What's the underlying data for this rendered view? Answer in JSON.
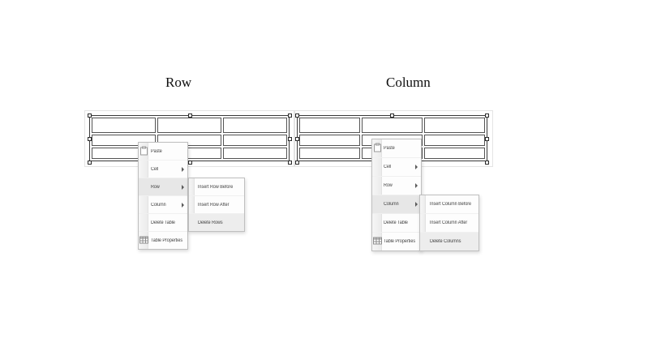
{
  "headings": {
    "row": "Row",
    "column": "Column"
  },
  "row_section": {
    "table": {
      "rows": 3,
      "columns": 3,
      "selected": true,
      "selection_handles": 8
    },
    "context_menu": {
      "items": [
        {
          "label": "Paste",
          "icon": "paste-icon"
        },
        {
          "label": "Cell",
          "has_submenu": true
        },
        {
          "label": "Row",
          "has_submenu": true,
          "highlighted": true
        },
        {
          "label": "Column",
          "has_submenu": true
        },
        {
          "label": "Delete Table"
        },
        {
          "label": "Table Properties",
          "icon": "table-icon"
        }
      ]
    },
    "submenu": {
      "items": [
        {
          "label": "Insert Row Before"
        },
        {
          "label": "Insert Row After"
        },
        {
          "label": "Delete Rows",
          "highlighted": true
        }
      ]
    }
  },
  "column_section": {
    "table": {
      "rows": 3,
      "columns": 3,
      "selected": true,
      "selection_handles": 8
    },
    "context_menu": {
      "items": [
        {
          "label": "Paste",
          "icon": "paste-icon"
        },
        {
          "label": "Cell",
          "has_submenu": true
        },
        {
          "label": "Row",
          "has_submenu": true
        },
        {
          "label": "Column",
          "has_submenu": true,
          "highlighted": true
        },
        {
          "label": "Delete Table"
        },
        {
          "label": "Table Properties",
          "icon": "table-icon"
        }
      ]
    },
    "submenu": {
      "items": [
        {
          "label": "Insert Column Before"
        },
        {
          "label": "Insert Column After"
        },
        {
          "label": "Delete Columns",
          "highlighted": true
        }
      ]
    }
  },
  "colors": {
    "page_background": "#ffffff",
    "menu_background": "#fdfdfd",
    "menu_border": "#bfbfbf",
    "menu_highlight": "#e7e7e7",
    "gutter_background": "#efefef",
    "table_border": "#3a3a3a",
    "selection_outline": "#e4e4e4",
    "menu_text": "#3d3d3d"
  }
}
